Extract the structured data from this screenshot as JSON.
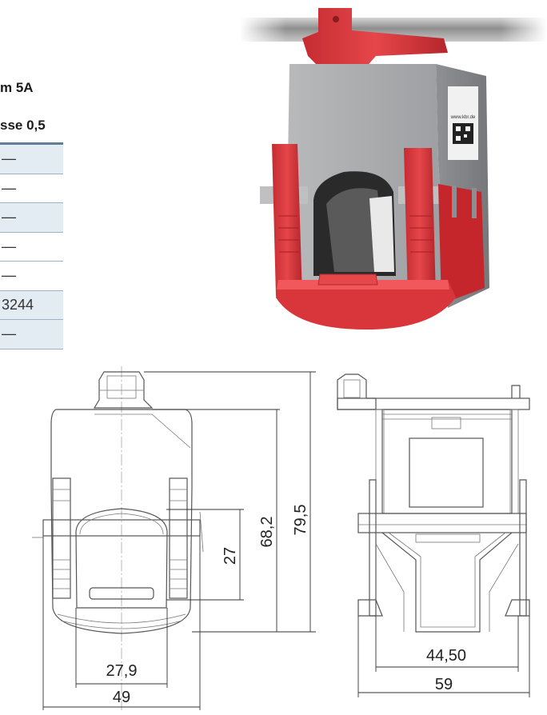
{
  "headings": {
    "line1": "m 5A",
    "line2": "sse 0,5"
  },
  "table": {
    "rows": [
      {
        "value": "—",
        "shaded": true
      },
      {
        "value": "—",
        "shaded": false
      },
      {
        "value": "—",
        "shaded": true
      },
      {
        "value": "—",
        "shaded": false
      },
      {
        "value": "—",
        "shaded": false
      },
      {
        "value": "3244",
        "shaded": true
      },
      {
        "value": "—",
        "shaded": true
      }
    ]
  },
  "product": {
    "label_url": "www.kbr.de"
  },
  "dimensions": {
    "total_height": "79,5",
    "body_height": "68,2",
    "opening_height": "27",
    "opening_width": "27,9",
    "total_width": "49",
    "side_inner_width": "44,50",
    "side_total_width": "59"
  },
  "colors": {
    "accent_red": "#e03a3e",
    "body_grey": "#a8a9ab",
    "table_header": "#5f7f99",
    "table_shade": "#e3ebf3"
  }
}
